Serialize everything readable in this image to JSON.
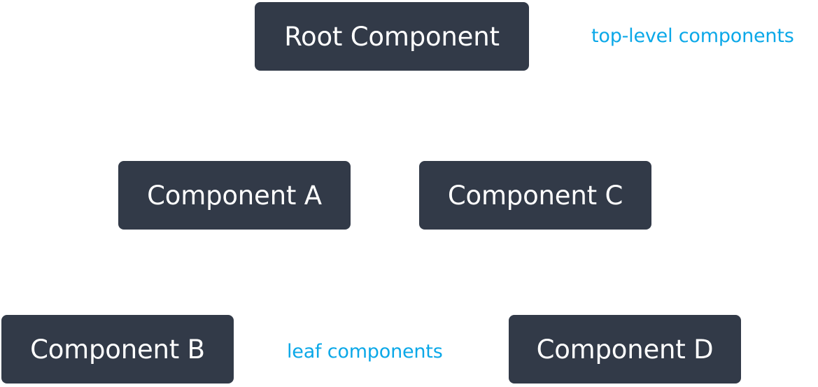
{
  "nodes": {
    "root": "Root Component",
    "a": "Component A",
    "c": "Component C",
    "b": "Component B",
    "d": "Component D"
  },
  "annotations": {
    "top_level": "top-level components",
    "leaf": "leaf components"
  },
  "colors": {
    "node_background": "#323a48",
    "node_text": "#ffffff",
    "annotation_text": "#0ba8e8"
  }
}
